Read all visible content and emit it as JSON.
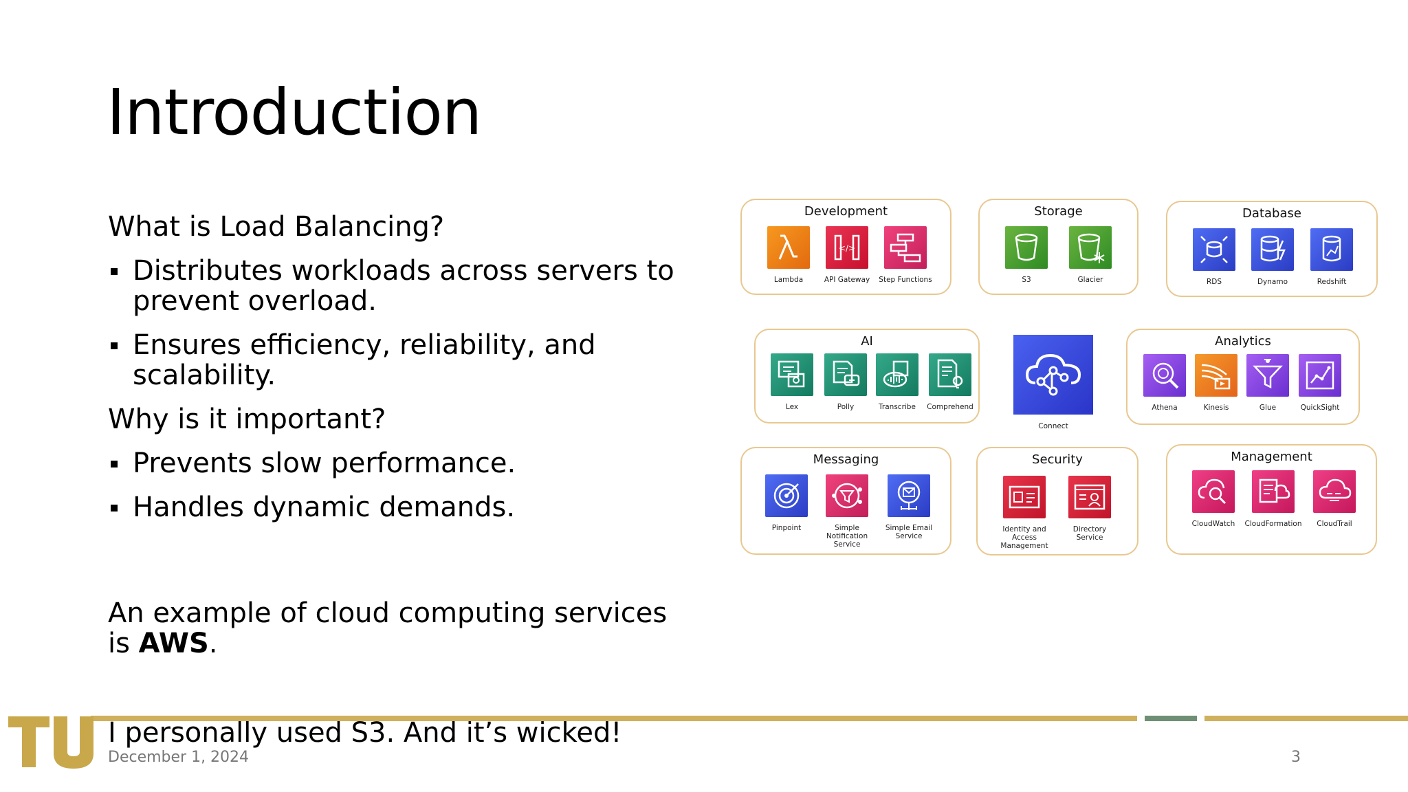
{
  "slide": {
    "title": "Introduction",
    "q1": "What is Load Balancing?",
    "b1": "Distributes workloads across servers to prevent overload.",
    "b2": "Ensures efficiency, reliability, and scalability.",
    "q2": "Why is it important?",
    "b3": "Prevents slow performance.",
    "b4": "Handles dynamic demands.",
    "example_text": "An example of cloud computing services is ",
    "example_bold": "AWS",
    "example_end": ".",
    "personal": "I personally used S3. And it’s wicked!"
  },
  "aws": {
    "development": {
      "title": "Development",
      "items": [
        "Lambda",
        "API Gateway",
        "Step Functions"
      ]
    },
    "storage": {
      "title": "Storage",
      "items": [
        "S3",
        "Glacier"
      ]
    },
    "database": {
      "title": "Database",
      "items": [
        "RDS",
        "Dynamo",
        "Redshift"
      ]
    },
    "ai": {
      "title": "AI",
      "items": [
        "Lex",
        "Polly",
        "Transcribe",
        "Comprehend"
      ]
    },
    "connect": {
      "label": "Connect"
    },
    "analytics": {
      "title": "Analytics",
      "items": [
        "Athena",
        "Kinesis",
        "Glue",
        "QuickSight"
      ]
    },
    "messaging": {
      "title": "Messaging",
      "items": [
        "Pinpoint",
        "Simple Notification Service",
        "Simple Email Service"
      ]
    },
    "security": {
      "title": "Security",
      "items": [
        "Identity and Access Management",
        "Directory Service"
      ]
    },
    "management": {
      "title": "Management",
      "items": [
        "CloudWatch",
        "CloudFormation",
        "CloudTrail"
      ]
    }
  },
  "footer": {
    "date": "December 1, 2024",
    "page": "3",
    "logo_text": "TU",
    "colors": {
      "gold": "#cfb05d",
      "green": "#6e8f74",
      "logo": "#c9a84c"
    }
  }
}
